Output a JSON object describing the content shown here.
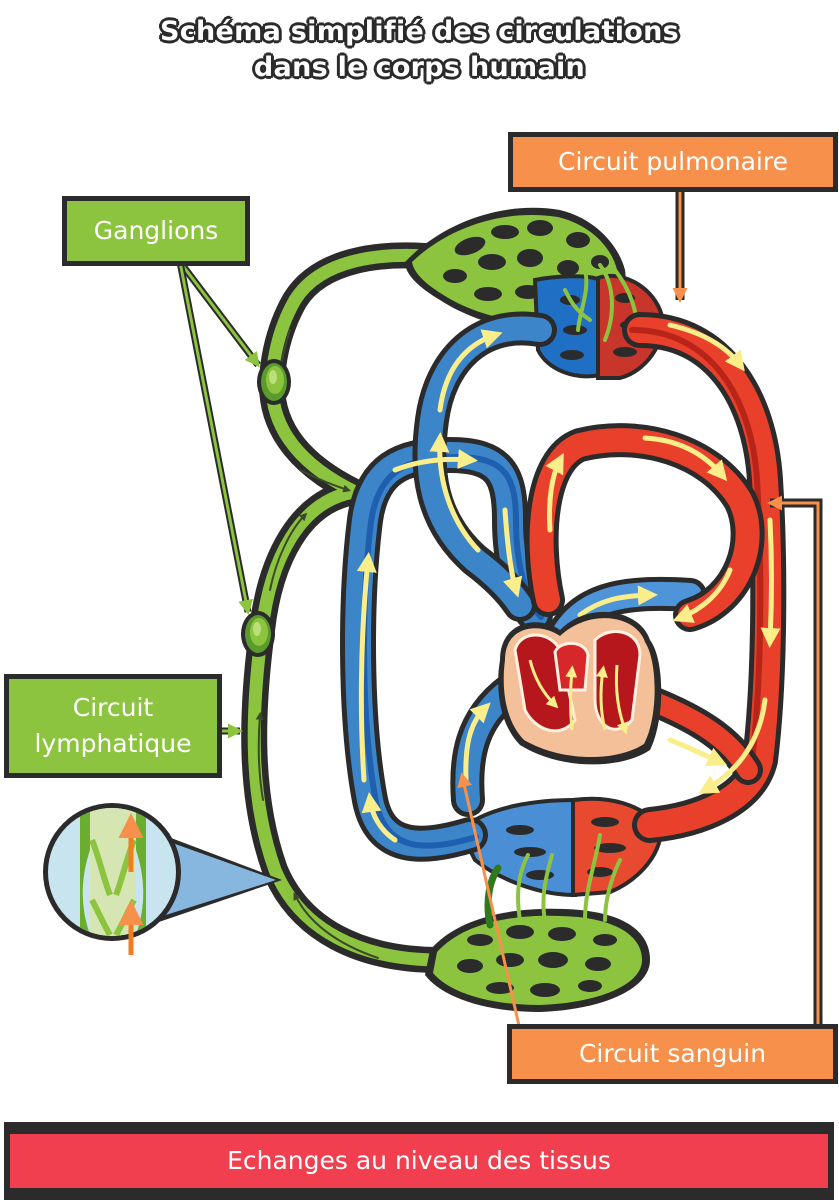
{
  "title": {
    "line1": "Schéma simplifié des circulations",
    "line2": "dans le corps humain"
  },
  "labels": {
    "ganglions": "Ganglions",
    "circuit_pulmonaire": "Circuit pulmonaire",
    "circuit_lymphatique_line1": "Circuit",
    "circuit_lymphatique_line2": "lymphatique",
    "circuit_sanguin": "Circuit sanguin",
    "echanges": "Echanges au niveau des tissus"
  },
  "colors": {
    "lymph_green": "#8cc43f",
    "lymph_dark_green": "#5b9a2c",
    "pulmonary_orange": "#f6904a",
    "tissue_red": "#f23f4f",
    "oxygenated_red": "#e8402a",
    "deoxygenated_blue": "#3d85c9",
    "flow_arrow_yellow": "#f9ee8a",
    "outline_dark": "#2b2b2b"
  },
  "diagram": {
    "components": [
      "lymphatic-network-top",
      "lymphatic-network-bottom",
      "lymph-nodes",
      "blood-vessels-blue",
      "blood-vessels-red",
      "heart",
      "valve-magnifier"
    ]
  }
}
